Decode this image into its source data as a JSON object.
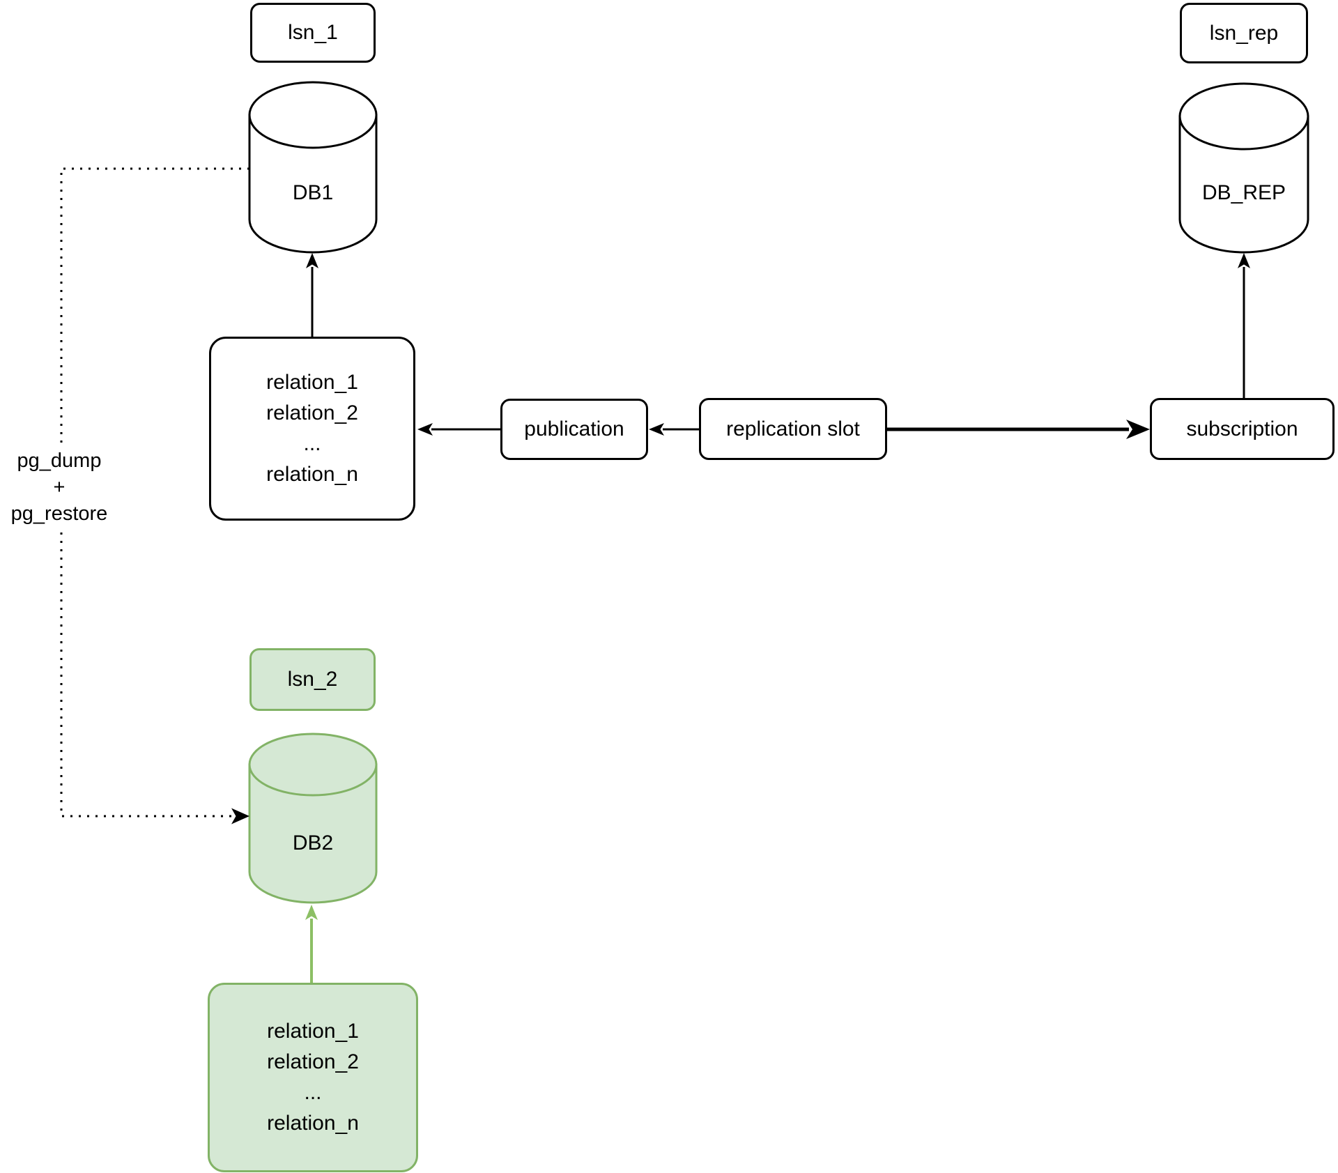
{
  "colors": {
    "background": "#ffffff",
    "black": "#000000",
    "green_fill": "#d5e8d4",
    "green_stroke": "#82b366",
    "green_arrow": "#8cbf64"
  },
  "source_cluster": {
    "lsn_label": "lsn_1",
    "db_label": "DB1",
    "relations": [
      "relation_1",
      "relation_2",
      "...",
      "relation_n"
    ]
  },
  "pipeline": {
    "publication_label": "publication",
    "replication_slot_label": "replication slot",
    "subscription_label": "subscription"
  },
  "replica_cluster": {
    "lsn_label": "lsn_rep",
    "db_label": "DB_REP"
  },
  "copy_cluster": {
    "lsn_label": "lsn_2",
    "db_label": "DB2",
    "relations": [
      "relation_1",
      "relation_2",
      "...",
      "relation_n"
    ]
  },
  "annotations": {
    "dump_restore": [
      "pg_dump",
      "+",
      "pg_restore"
    ]
  }
}
